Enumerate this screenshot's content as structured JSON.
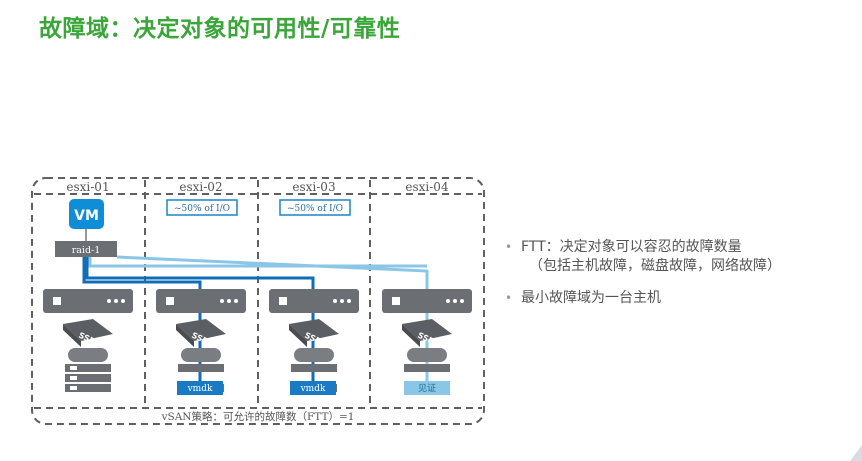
{
  "title": "故障域：决定对象的可用性/可靠性",
  "hosts": [
    "esxi-01",
    "esxi-02",
    "esxi-03",
    "esxi-04"
  ],
  "io_labels": [
    "~50% of I/O",
    "~50% of I/O"
  ],
  "vm_label": "VM",
  "raid_label": "raid-1",
  "ssd_label": "SSD",
  "components": [
    "vmdk",
    "vmdk"
  ],
  "witness_label": "见证",
  "policy_label": "vSAN策略：可允许的故障数（FTT）=1",
  "bullets": [
    {
      "text": "FTT：决定对象可以容忍的故障数量",
      "sub": "（包括主机故障，磁盘故障，网络故障）"
    },
    {
      "text": "最小故障域为一台主机",
      "sub": ""
    }
  ],
  "colors": {
    "title": "#3aa63a",
    "vm": "#0f8ed8",
    "path_primary": "#0f6eb5",
    "path_witness": "#8ac6e6",
    "server": "#6b6e72",
    "frame": "#606060"
  }
}
